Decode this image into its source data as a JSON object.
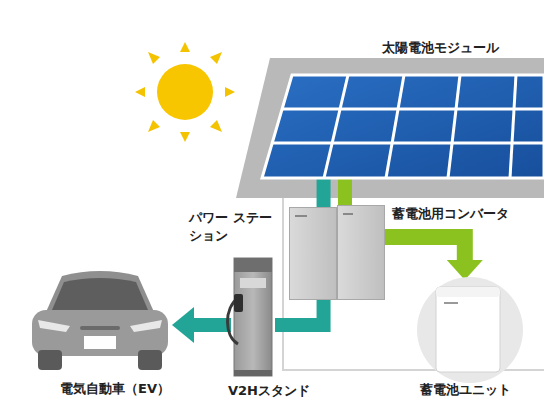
{
  "diagram": {
    "nodes": [
      {
        "text": [
          "太陽電池モジュール"
        ]
      },
      {
        "text": [
          "パワー ステーション"
        ]
      },
      {
        "text": [
          "蓄電池用コンバータ"
        ]
      },
      {
        "text": [
          "V2Hスタンド"
        ]
      },
      {
        "text": [
          "電気自動車（EV）"
        ]
      },
      {
        "text": [
          "蓄電池ユニット"
        ]
      }
    ],
    "edges": [
      {
        "from": 0,
        "to": 1,
        "arrow": "none"
      },
      {
        "from": 0,
        "to": 2,
        "arrow": "none"
      },
      {
        "from": 2,
        "to": 5,
        "arrow": "to"
      },
      {
        "from": 1,
        "to": 3,
        "arrow": "none"
      },
      {
        "from": 3,
        "to": 4,
        "arrow": "to"
      }
    ]
  }
}
